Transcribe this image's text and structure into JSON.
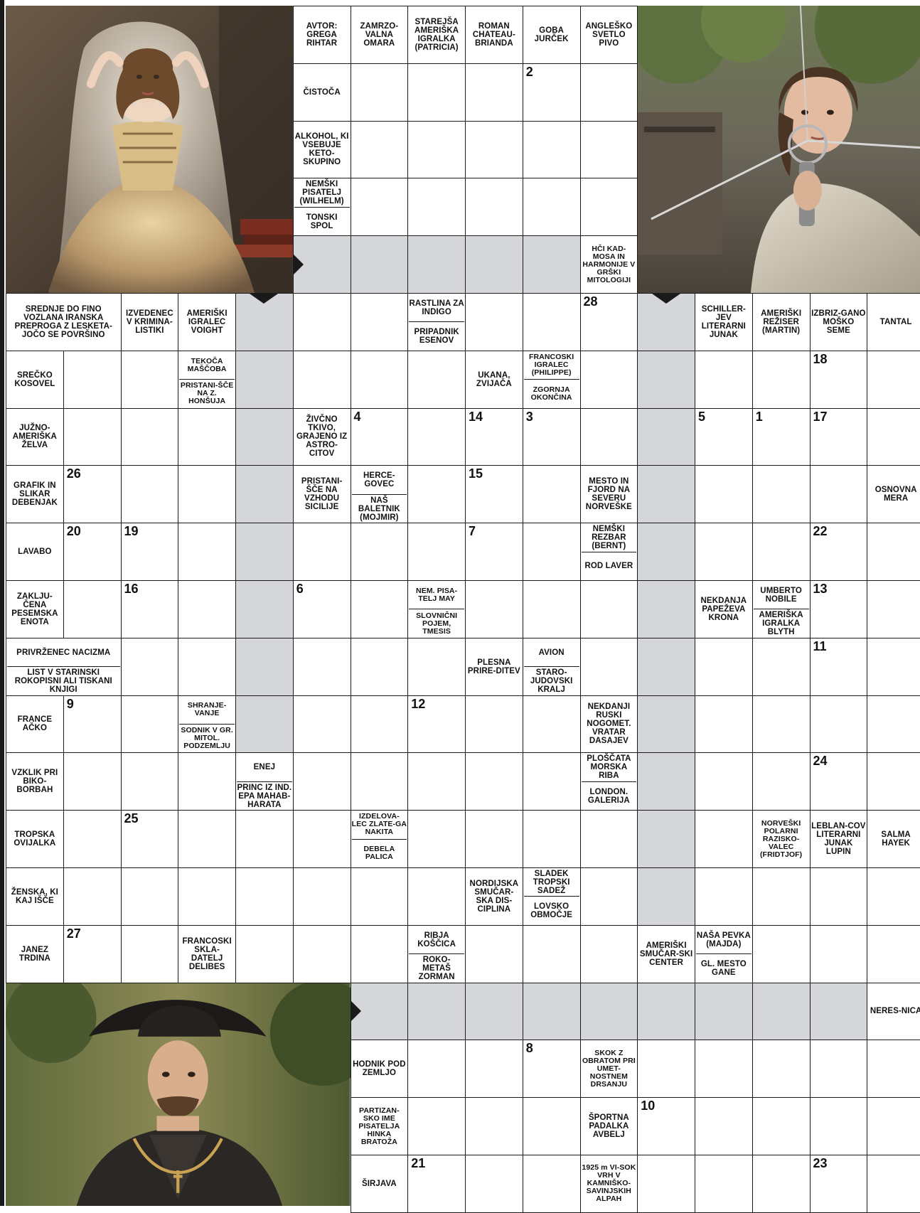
{
  "puzzle": {
    "author_clue": "AVTOR: GREGA RIHTAR",
    "colors": {
      "grid": "#1a1a1a",
      "shaded": "#d4d6d9",
      "background": "#ffffff"
    },
    "photos": [
      {
        "id": "photo-lady",
        "subject": "woman in golden gown with veil"
      },
      {
        "id": "photo-fencer",
        "subject": "young swordsman with rapier"
      },
      {
        "id": "photo-musketeer",
        "subject": "man in black hat and doublet"
      }
    ],
    "clues": [
      {
        "r": 0,
        "c": 5,
        "t": [
          "AVTOR: GREGA RIHTAR"
        ]
      },
      {
        "r": 0,
        "c": 6,
        "t": [
          "ZAMRZO-VALNA OMARA"
        ]
      },
      {
        "r": 0,
        "c": 7,
        "t": [
          "STAREJŠA AMERIŠKA IGRALKA (PATRICIA)"
        ]
      },
      {
        "r": 0,
        "c": 8,
        "t": [
          "ROMAN CHATEAU-BRIANDA"
        ]
      },
      {
        "r": 0,
        "c": 9,
        "t": [
          "GOBA JURČEK"
        ]
      },
      {
        "r": 0,
        "c": 10,
        "t": [
          "ANGLEŠKO SVETLO PIVO"
        ]
      },
      {
        "r": 1,
        "c": 5,
        "t": [
          "ČISTOČA"
        ]
      },
      {
        "r": 2,
        "c": 5,
        "t": [
          "ALKOHOL, KI VSEBUJE KETO-SKUPINO"
        ]
      },
      {
        "r": 3,
        "c": 5,
        "t": [
          "NEMŠKI PISATELJ (WILHELM)",
          "TONSKI SPOL"
        ]
      },
      {
        "r": 4,
        "c": 10,
        "t": [
          "HČI KAD-MOSA IN HARMONIJE V GRŠKI MITOLOGIJI"
        ]
      },
      {
        "r": 5,
        "c": 0,
        "w": 2,
        "t": [
          "SREDNJE DO FINO VOZLANA IRANSKA PREPROGA Z LESKETA-JOČO SE POVRŠINO"
        ]
      },
      {
        "r": 5,
        "c": 2,
        "t": [
          "IZVEDENEC V KRIMINA-LISTIKI"
        ]
      },
      {
        "r": 5,
        "c": 3,
        "t": [
          "AMERIŠKI IGRALEC VOIGHT"
        ]
      },
      {
        "r": 5,
        "c": 7,
        "t": [
          "RASTLINA ZA INDIGO",
          "PRIPADNIK ESENOV"
        ]
      },
      {
        "r": 5,
        "c": 12,
        "t": [
          "SCHILLER-JEV LITERARNI JUNAK"
        ]
      },
      {
        "r": 5,
        "c": 13,
        "t": [
          "AMERIŠKI REŽISER (MARTIN)"
        ]
      },
      {
        "r": 5,
        "c": 14,
        "t": [
          "IZBRIZ-GANO MOŠKO SEME"
        ]
      },
      {
        "r": 5,
        "c": 15,
        "t": [
          "TANTAL"
        ]
      },
      {
        "r": 6,
        "c": 0,
        "t": [
          "SREČKO KOSOVEL"
        ]
      },
      {
        "r": 6,
        "c": 3,
        "t": [
          "TEKOČA MAŠČOBA",
          "PRISTANI-ŠČE NA Z. HONŠUJA"
        ]
      },
      {
        "r": 6,
        "c": 8,
        "t": [
          "UKANA, ZVIJAČA"
        ]
      },
      {
        "r": 6,
        "c": 9,
        "t": [
          "FRANCOSKI IGRALEC (PHILIPPE)",
          "ZGORNJA OKONČINA"
        ]
      },
      {
        "r": 7,
        "c": 0,
        "t": [
          "JUŽNO-AMERIŠKA ŽELVA"
        ]
      },
      {
        "r": 7,
        "c": 5,
        "t": [
          "ŽIVČNO TKIVO, GRAJENO IZ ASTRO-CITOV"
        ]
      },
      {
        "r": 8,
        "c": 0,
        "t": [
          "GRAFIK IN SLIKAR DEBENJAK"
        ]
      },
      {
        "r": 8,
        "c": 5,
        "t": [
          "PRISTANI-ŠČE NA VZHODU SICILIJE"
        ]
      },
      {
        "r": 8,
        "c": 6,
        "t": [
          "HERCE-GOVEC",
          "NAŠ BALETNIK (MOJMIR)"
        ]
      },
      {
        "r": 8,
        "c": 10,
        "t": [
          "MESTO IN FJORD NA SEVERU NORVEŠKE"
        ]
      },
      {
        "r": 8,
        "c": 15,
        "t": [
          "OSNOVNA MERA"
        ]
      },
      {
        "r": 9,
        "c": 0,
        "t": [
          "LAVABO"
        ]
      },
      {
        "r": 9,
        "c": 10,
        "t": [
          "NEMŠKI REZBAR (BERNT)",
          "ROD LAVER"
        ]
      },
      {
        "r": 10,
        "c": 0,
        "t": [
          "ZAKLJU-ČENA PESEMSKA ENOTA"
        ]
      },
      {
        "r": 10,
        "c": 7,
        "t": [
          "NEM. PISA-TELJ MAY",
          "SLOVNIČNI POJEM, TMESIS"
        ]
      },
      {
        "r": 10,
        "c": 12,
        "t": [
          "NEKDANJA PAPEŽEVA KRONA"
        ]
      },
      {
        "r": 10,
        "c": 13,
        "t": [
          "UMBERTO NOBILE",
          "AMERIŠKA IGRALKA BLYTH"
        ]
      },
      {
        "r": 11,
        "c": 0,
        "w": 2,
        "t": [
          "PRIVRŽENEC NACIZMA",
          "LIST V STARINSKI ROKOPISNI ALI TISKANI KNJIGI"
        ]
      },
      {
        "r": 11,
        "c": 8,
        "t": [
          "PLESNA PRIRE-DITEV"
        ]
      },
      {
        "r": 11,
        "c": 9,
        "t": [
          "AVION",
          "STARO-JUDOVSKI KRALJ"
        ]
      },
      {
        "r": 12,
        "c": 0,
        "t": [
          "FRANCE AČKO"
        ]
      },
      {
        "r": 12,
        "c": 3,
        "t": [
          "SHRANJE-VANJE",
          "SODNIK V GR. MITOL. PODZEMLJU"
        ]
      },
      {
        "r": 12,
        "c": 10,
        "t": [
          "NEKDANJI RUSKI NOGOMET. VRATAR DASAJEV"
        ]
      },
      {
        "r": 13,
        "c": 0,
        "t": [
          "VZKLIK PRI BIKO-BORBAH"
        ]
      },
      {
        "r": 13,
        "c": 4,
        "t": [
          "ENEJ",
          "PRINC IZ IND. EPA MAHAB-HARATA"
        ]
      },
      {
        "r": 13,
        "c": 10,
        "t": [
          "PLOŠČATA MORSKA RIBA",
          "LONDON. GALERIJA"
        ]
      },
      {
        "r": 14,
        "c": 0,
        "t": [
          "TROPSKA OVIJALKA"
        ]
      },
      {
        "r": 14,
        "c": 6,
        "t": [
          "IZDELOVA-LEC ZLATE-GA NAKITA",
          "DEBELA PALICA"
        ]
      },
      {
        "r": 14,
        "c": 13,
        "t": [
          "NORVEŠKI POLARNI RAZISKO-VALEC (FRIDTJOF)"
        ]
      },
      {
        "r": 14,
        "c": 14,
        "t": [
          "LEBLAN-COV LITERARNI JUNAK LUPIN"
        ]
      },
      {
        "r": 14,
        "c": 15,
        "t": [
          "SALMA HAYEK"
        ]
      },
      {
        "r": 15,
        "c": 0,
        "t": [
          "ŽENSKA, KI KAJ IŠČE"
        ]
      },
      {
        "r": 15,
        "c": 8,
        "t": [
          "NORDIJSKA SMUČAR-SKA DIS-CIPLINA"
        ]
      },
      {
        "r": 15,
        "c": 9,
        "t": [
          "SLADEK TROPSKI SADEŽ",
          "LOVSKO OBMOČJE"
        ]
      },
      {
        "r": 16,
        "c": 0,
        "t": [
          "JANEZ TRDINA"
        ]
      },
      {
        "r": 16,
        "c": 3,
        "t": [
          "FRANCOSKI SKLA-DATELJ DELIBES"
        ]
      },
      {
        "r": 16,
        "c": 7,
        "t": [
          "RIBJA KOŠČICA",
          "ROKO-METAŠ ZORMAN"
        ]
      },
      {
        "r": 16,
        "c": 11,
        "t": [
          "AMERIŠKI SMUČAR-SKI CENTER"
        ]
      },
      {
        "r": 16,
        "c": 12,
        "t": [
          "NAŠA PEVKA (MAJDA)",
          "GL. MESTO GANE"
        ]
      },
      {
        "r": 17,
        "c": 15,
        "t": [
          "NERES-NICA"
        ]
      },
      {
        "r": 18,
        "c": 6,
        "t": [
          "HODNIK POD ZEMLJO"
        ]
      },
      {
        "r": 18,
        "c": 10,
        "t": [
          "SKOK Z OBRATOM PRI UMET-NOSTNEM DRSANJU"
        ]
      },
      {
        "r": 19,
        "c": 6,
        "t": [
          "PARTIZAN-SKO IME PISATELJA HINKA BRATOŽA"
        ]
      },
      {
        "r": 19,
        "c": 10,
        "t": [
          "ŠPORTNA PADALKA AVBELJ"
        ]
      },
      {
        "r": 20,
        "c": 6,
        "t": [
          "ŠIRJAVA"
        ]
      },
      {
        "r": 20,
        "c": 10,
        "t": [
          "1925 m VI-SOK VRH V KAMNIŠKO-SAVINJSKIH ALPAH"
        ]
      }
    ],
    "numbers": [
      {
        "r": 1,
        "c": 9,
        "n": "2"
      },
      {
        "r": 5,
        "c": 10,
        "n": "28"
      },
      {
        "r": 6,
        "c": 14,
        "n": "18"
      },
      {
        "r": 7,
        "c": 6,
        "n": "4"
      },
      {
        "r": 7,
        "c": 8,
        "n": "14"
      },
      {
        "r": 7,
        "c": 9,
        "n": "3"
      },
      {
        "r": 7,
        "c": 12,
        "n": "5"
      },
      {
        "r": 7,
        "c": 13,
        "n": "1"
      },
      {
        "r": 7,
        "c": 14,
        "n": "17"
      },
      {
        "r": 8,
        "c": 1,
        "n": "26"
      },
      {
        "r": 8,
        "c": 8,
        "n": "15"
      },
      {
        "r": 9,
        "c": 1,
        "n": "20"
      },
      {
        "r": 9,
        "c": 2,
        "n": "19"
      },
      {
        "r": 9,
        "c": 8,
        "n": "7"
      },
      {
        "r": 9,
        "c": 14,
        "n": "22"
      },
      {
        "r": 10,
        "c": 2,
        "n": "16"
      },
      {
        "r": 10,
        "c": 5,
        "n": "6"
      },
      {
        "r": 10,
        "c": 14,
        "n": "13"
      },
      {
        "r": 11,
        "c": 14,
        "n": "11"
      },
      {
        "r": 12,
        "c": 1,
        "n": "9"
      },
      {
        "r": 12,
        "c": 7,
        "n": "12"
      },
      {
        "r": 13,
        "c": 14,
        "n": "24"
      },
      {
        "r": 14,
        "c": 2,
        "n": "25"
      },
      {
        "r": 16,
        "c": 1,
        "n": "27"
      },
      {
        "r": 18,
        "c": 9,
        "n": "8"
      },
      {
        "r": 19,
        "c": 11,
        "n": "10"
      },
      {
        "r": 20,
        "c": 7,
        "n": "21"
      },
      {
        "r": 20,
        "c": 14,
        "n": "23"
      }
    ],
    "shaded": [
      [
        4,
        5
      ],
      [
        4,
        6
      ],
      [
        4,
        7
      ],
      [
        4,
        8
      ],
      [
        4,
        9
      ],
      [
        5,
        4
      ],
      [
        6,
        4
      ],
      [
        7,
        4
      ],
      [
        8,
        4
      ],
      [
        9,
        4
      ],
      [
        10,
        4
      ],
      [
        11,
        4
      ],
      [
        5,
        11
      ],
      [
        6,
        11
      ],
      [
        7,
        11
      ],
      [
        8,
        11
      ],
      [
        9,
        11
      ],
      [
        10,
        11
      ],
      [
        11,
        11
      ],
      [
        12,
        11
      ],
      [
        13,
        11
      ],
      [
        14,
        11
      ],
      [
        15,
        11
      ],
      [
        12,
        4
      ],
      [
        17,
        6
      ],
      [
        17,
        7
      ],
      [
        17,
        8
      ],
      [
        17,
        9
      ],
      [
        17,
        10
      ],
      [
        17,
        11
      ],
      [
        17,
        12
      ],
      [
        17,
        13
      ],
      [
        17,
        14
      ]
    ]
  }
}
